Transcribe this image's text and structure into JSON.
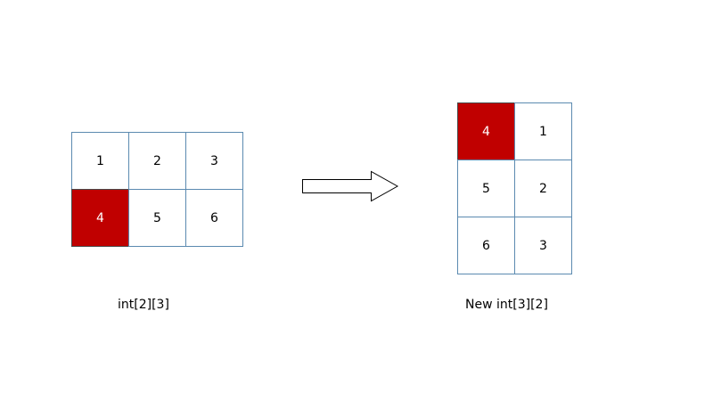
{
  "colors": {
    "highlight_fill": "#c00000",
    "highlight_text": "#ffffff",
    "cell_border": "#5b8ab0",
    "text": "#000000"
  },
  "source_array": {
    "caption": "int[2][3]",
    "cells": [
      {
        "label": "1",
        "highlight": false
      },
      {
        "label": "2",
        "highlight": false
      },
      {
        "label": "3",
        "highlight": false
      },
      {
        "label": "4",
        "highlight": true
      },
      {
        "label": "5",
        "highlight": false
      },
      {
        "label": "6",
        "highlight": false
      }
    ]
  },
  "result_array": {
    "caption": "New int[3][2]",
    "cells": [
      {
        "label": "4",
        "highlight": true
      },
      {
        "label": "1",
        "highlight": false
      },
      {
        "label": "5",
        "highlight": false
      },
      {
        "label": "2",
        "highlight": false
      },
      {
        "label": "6",
        "highlight": false
      },
      {
        "label": "3",
        "highlight": false
      }
    ]
  },
  "connector": {
    "icon": "right-arrow-icon"
  }
}
